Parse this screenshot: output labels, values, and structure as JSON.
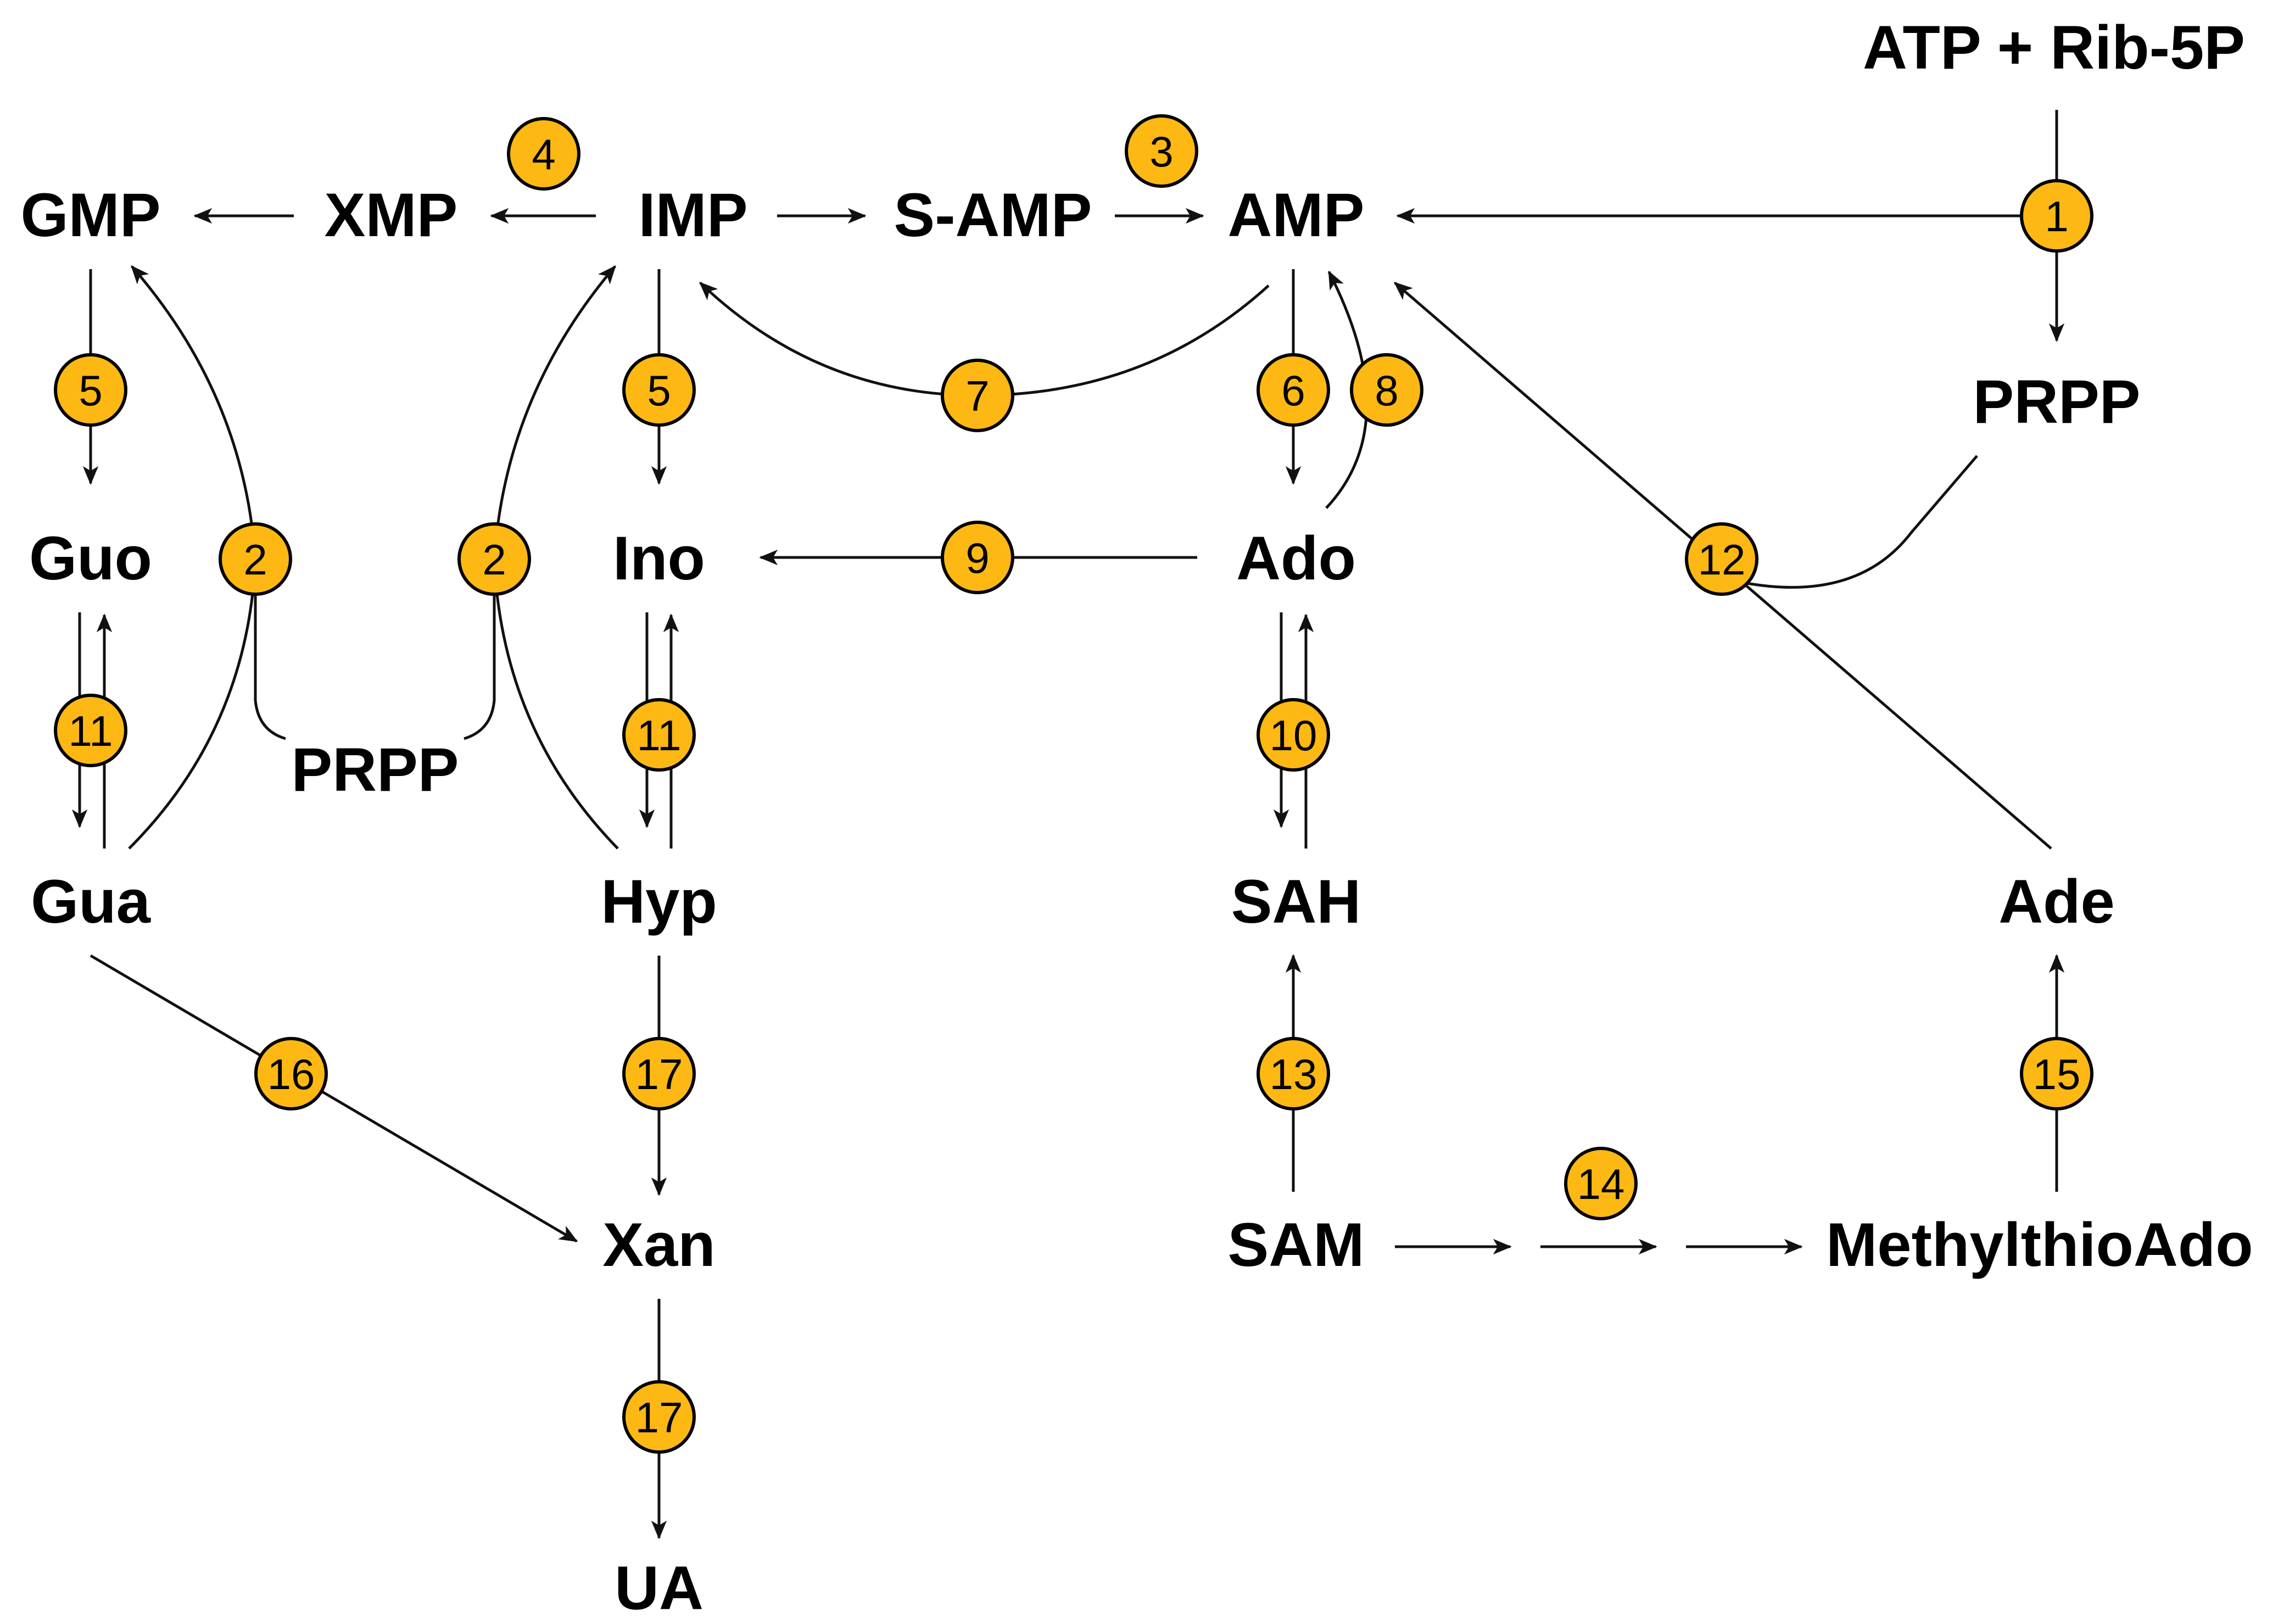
{
  "metabolites": {
    "atp_rib5p": "ATP + Rib-5P",
    "gmp": "GMP",
    "xmp": "XMP",
    "imp": "IMP",
    "s_amp": "S-AMP",
    "amp": "AMP",
    "prpp_right": "PRPP",
    "guo": "Guo",
    "ino": "Ino",
    "ado": "Ado",
    "prpp_mid": "PRPP",
    "gua": "Gua",
    "hyp": "Hyp",
    "sah": "SAH",
    "ade": "Ade",
    "xan": "Xan",
    "sam": "SAM",
    "mta": "MethylthioAdo",
    "ua": "UA"
  },
  "enzymes": {
    "e1": "1",
    "e2a": "2",
    "e2b": "2",
    "e3": "3",
    "e4": "4",
    "e5a": "5",
    "e5b": "5",
    "e6": "6",
    "e7": "7",
    "e8": "8",
    "e9": "9",
    "e10": "10",
    "e11a": "11",
    "e11b": "11",
    "e12": "12",
    "e13": "13",
    "e14": "14",
    "e15": "15",
    "e16": "16",
    "e17a": "17",
    "e17b": "17"
  },
  "colors": {
    "enzyme_fill": "#FDB813",
    "line": "#111111",
    "text": "#000000"
  }
}
